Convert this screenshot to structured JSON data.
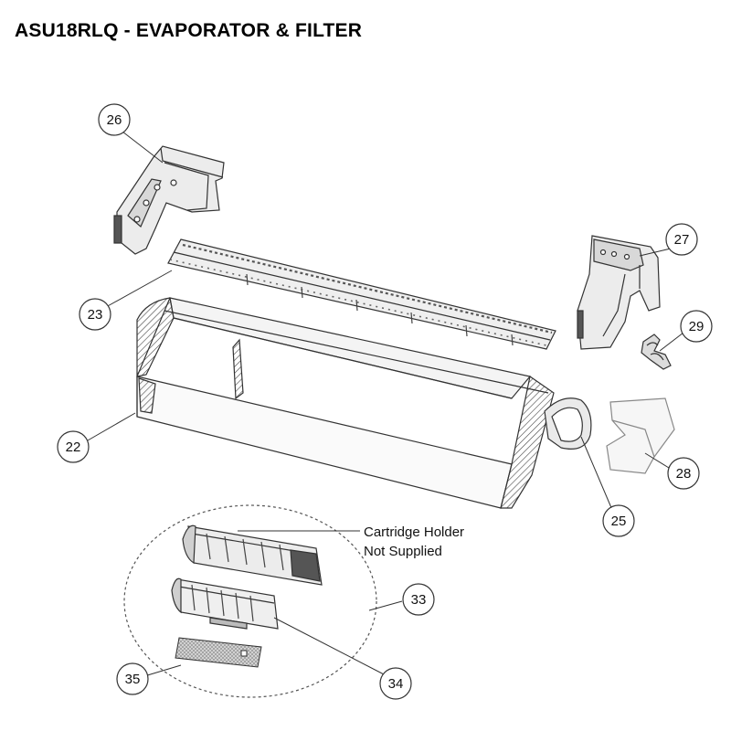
{
  "title": "ASU18RLQ - EVAPORATOR & FILTER",
  "callouts": [
    {
      "id": "c26",
      "label": "26"
    },
    {
      "id": "c27",
      "label": "27"
    },
    {
      "id": "c29",
      "label": "29"
    },
    {
      "id": "c23",
      "label": "23"
    },
    {
      "id": "c22",
      "label": "22"
    },
    {
      "id": "c28",
      "label": "28"
    },
    {
      "id": "c25",
      "label": "25"
    },
    {
      "id": "c33",
      "label": "33"
    },
    {
      "id": "c34",
      "label": "34"
    },
    {
      "id": "c35",
      "label": "35"
    }
  ],
  "note": {
    "line1": "Cartridge Holder",
    "line2": "Not Supplied"
  },
  "colors": {
    "line": "#333333",
    "part_fill": "#e6e6e6",
    "dark": "#555555"
  }
}
